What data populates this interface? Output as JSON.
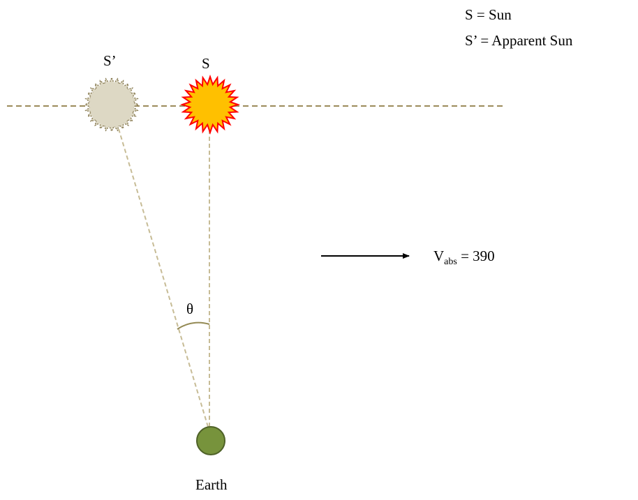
{
  "legend": {
    "line1": "S = Sun",
    "line2": "S’ = Apparent Sun"
  },
  "labels": {
    "apparent_sun": "S’",
    "sun": "S",
    "angle": "θ",
    "earth": "Earth",
    "velocity_symbol": "V",
    "velocity_subscript": "abs",
    "velocity_value": " = 390"
  },
  "colors": {
    "horizon_line": "#9b8a5a",
    "sight_line": "#c7bc96",
    "apparent_sun_fill": "#ddd8c4",
    "apparent_sun_stroke": "#8a7d55",
    "sun_fill": "#ffc000",
    "sun_stroke": "#ff0000",
    "earth_fill": "#77933c",
    "earth_stroke": "#4f6228",
    "angle_arc": "#938953",
    "arrow": "#000000"
  }
}
